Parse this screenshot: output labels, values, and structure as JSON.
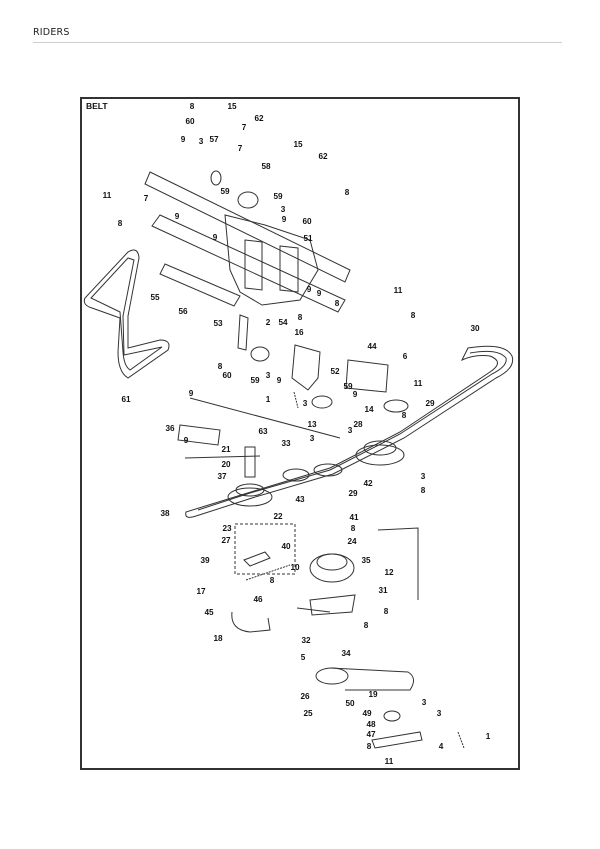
{
  "header": {
    "title": "RIDERS"
  },
  "diagram": {
    "title": "BELT",
    "callouts": [
      "8",
      "15",
      "60",
      "62",
      "7",
      "57",
      "9",
      "3",
      "15",
      "7",
      "62",
      "58",
      "59",
      "8",
      "11",
      "7",
      "59",
      "3",
      "9",
      "8",
      "9",
      "60",
      "9",
      "51",
      "55",
      "56",
      "11",
      "9",
      "9",
      "8",
      "8",
      "53",
      "2",
      "54",
      "8",
      "16",
      "8",
      "60",
      "59",
      "3",
      "9",
      "52",
      "44",
      "6",
      "61",
      "30",
      "59",
      "11",
      "9",
      "1",
      "3",
      "29",
      "9",
      "36",
      "9",
      "13",
      "3",
      "14",
      "8",
      "63",
      "33",
      "3",
      "28",
      "21",
      "20",
      "37",
      "3",
      "42",
      "29",
      "8",
      "43",
      "38",
      "22",
      "41",
      "23",
      "27",
      "8",
      "24",
      "39",
      "40",
      "35",
      "10",
      "12",
      "8",
      "17",
      "46",
      "31",
      "45",
      "8",
      "8",
      "18",
      "32",
      "5",
      "34",
      "19",
      "26",
      "50",
      "3",
      "3",
      "25",
      "49",
      "48",
      "47",
      "1",
      "8",
      "4",
      "11"
    ]
  }
}
